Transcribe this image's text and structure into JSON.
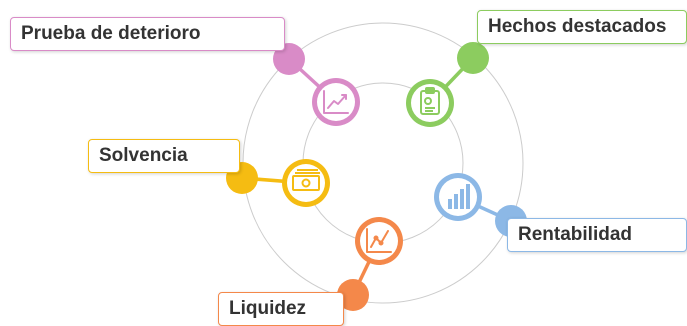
{
  "nodes": [
    {
      "id": "deterioro",
      "label": "Prueba de deterioro",
      "color": "#d98bc7",
      "icon": "line-chart-icon"
    },
    {
      "id": "hechos",
      "label": "Hechos destacados",
      "color": "#8ccc5f",
      "icon": "clipboard-icon"
    },
    {
      "id": "solvencia",
      "label": "Solvencia",
      "color": "#f5bc12",
      "icon": "money-icon"
    },
    {
      "id": "rentabilidad",
      "label": "Rentabilidad",
      "color": "#8cb8e6",
      "icon": "bar-chart-icon"
    },
    {
      "id": "liquidez",
      "label": "Liquidez",
      "color": "#f4884a",
      "icon": "trend-chart-icon"
    }
  ]
}
